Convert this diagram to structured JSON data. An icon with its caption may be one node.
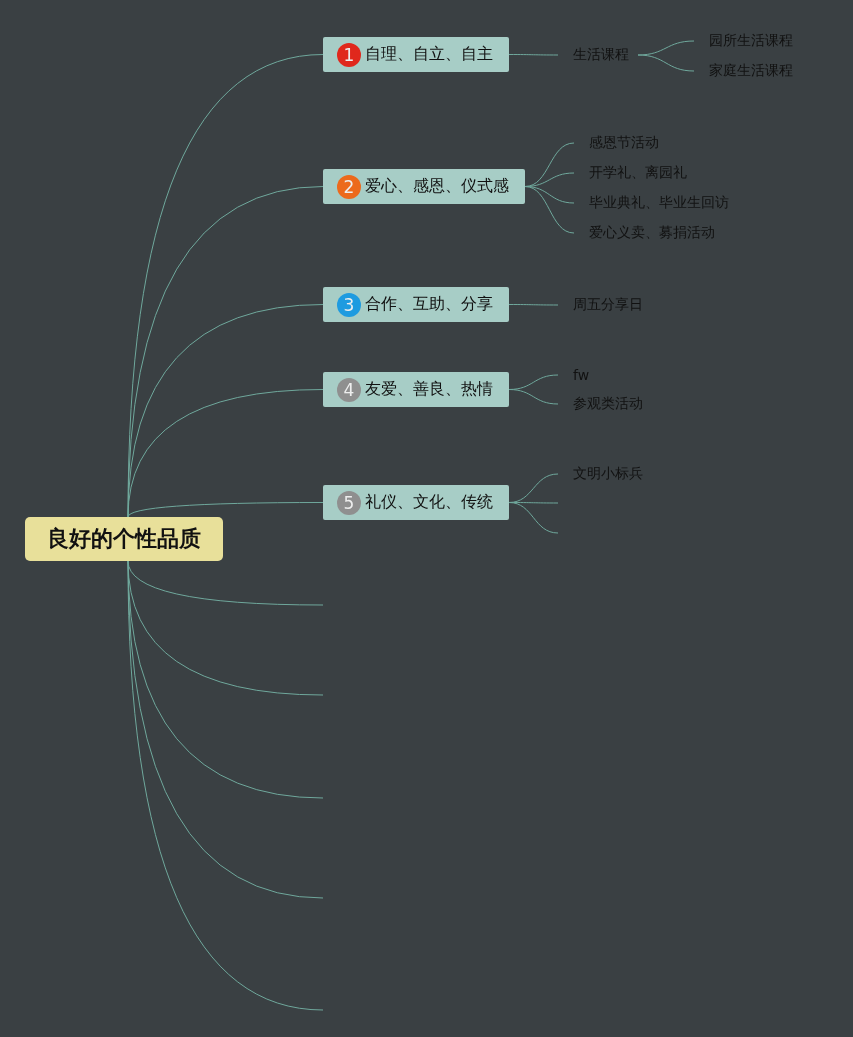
{
  "diagram": {
    "nodes": [
      {
        "text": [
          "良好的个性品质"
        ]
      },
      {
        "text": [
          "1",
          "自理、自立、自主"
        ]
      },
      {
        "text": [
          "2",
          "爱心、感恩、仪式感"
        ]
      },
      {
        "text": [
          "3",
          "合作、互助、分享"
        ]
      },
      {
        "text": [
          "4",
          "友爱、善良、热情"
        ]
      },
      {
        "text": [
          "5",
          "礼仪、文化、传统"
        ]
      },
      {
        "text": [
          "生活课程"
        ]
      },
      {
        "text": [
          "园所生活课程"
        ]
      },
      {
        "text": [
          "家庭生活课程"
        ]
      },
      {
        "text": [
          "感恩节活动"
        ]
      },
      {
        "text": [
          "开学礼、离园礼"
        ]
      },
      {
        "text": [
          "毕业典礼、毕业生回访"
        ]
      },
      {
        "text": [
          "爱心义卖、募捐活动"
        ]
      },
      {
        "text": [
          "周五分享日"
        ]
      },
      {
        "text": [
          "fw"
        ]
      },
      {
        "text": [
          "参观类活动"
        ]
      },
      {
        "text": [
          "文明小标兵"
        ]
      }
    ],
    "edges": [
      {
        "from": 0,
        "to": 1,
        "arrow": "none"
      },
      {
        "from": 0,
        "to": 2,
        "arrow": "none"
      },
      {
        "from": 0,
        "to": 3,
        "arrow": "none"
      },
      {
        "from": 0,
        "to": 4,
        "arrow": "none"
      },
      {
        "from": 0,
        "to": 5,
        "arrow": "none"
      },
      {
        "from": 0,
        "to": null,
        "arrow": "none"
      },
      {
        "from": 0,
        "to": null,
        "arrow": "none"
      },
      {
        "from": 0,
        "to": null,
        "arrow": "none"
      },
      {
        "from": 0,
        "to": null,
        "arrow": "none"
      },
      {
        "from": 0,
        "to": null,
        "arrow": "none"
      },
      {
        "from": 1,
        "to": 6,
        "arrow": "none"
      },
      {
        "from": 6,
        "to": 7,
        "arrow": "none"
      },
      {
        "from": 6,
        "to": 8,
        "arrow": "none"
      },
      {
        "from": 2,
        "to": 9,
        "arrow": "none"
      },
      {
        "from": 2,
        "to": 10,
        "arrow": "none"
      },
      {
        "from": 2,
        "to": 11,
        "arrow": "none"
      },
      {
        "from": 2,
        "to": 12,
        "arrow": "none"
      },
      {
        "from": 3,
        "to": 13,
        "arrow": "none"
      },
      {
        "from": 4,
        "to": 14,
        "arrow": "none"
      },
      {
        "from": 4,
        "to": 15,
        "arrow": "none"
      },
      {
        "from": 5,
        "to": 16,
        "arrow": "none"
      },
      {
        "from": 5,
        "to": null,
        "arrow": "none"
      },
      {
        "from": 5,
        "to": null,
        "arrow": "none"
      }
    ]
  }
}
